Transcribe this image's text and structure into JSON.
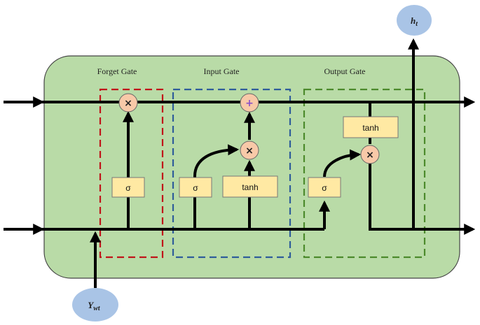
{
  "gates": {
    "forget": "Forget Gate",
    "input": "Input Gate",
    "output": "Output Gate"
  },
  "boxes": {
    "forget_sigma": "σ",
    "input_sigma": "σ",
    "input_tanh": "tanh",
    "output_sigma": "σ",
    "output_tanh": "tanh"
  },
  "ops": {
    "forget_multiply": "×",
    "input_add": "+",
    "input_multiply": "×",
    "output_multiply": "×"
  },
  "io": {
    "output": "h",
    "output_sub": "t",
    "input": "Y",
    "input_sub": "wt"
  },
  "colors": {
    "cell_fill": "#b9dba7",
    "box_fill": "#ffe9a3",
    "op_fill": "#f8c9a8",
    "io_fill": "#a9c4e6",
    "forget_border": "#c0141a",
    "input_border": "#2f5d9a",
    "output_border": "#4c8a2c",
    "add_color": "#8a4fc8"
  }
}
